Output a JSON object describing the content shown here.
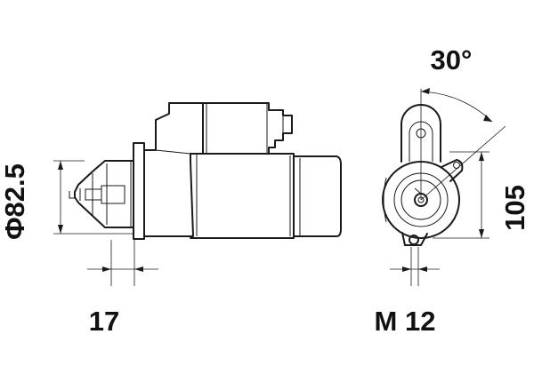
{
  "dimensions": {
    "diameter": "Φ82.5",
    "flange_offset": "17",
    "angle": "30°",
    "height": "105",
    "thread": "M 12"
  },
  "colors": {
    "line": "#1a1a1a",
    "text": "#111111",
    "background": "#ffffff"
  }
}
